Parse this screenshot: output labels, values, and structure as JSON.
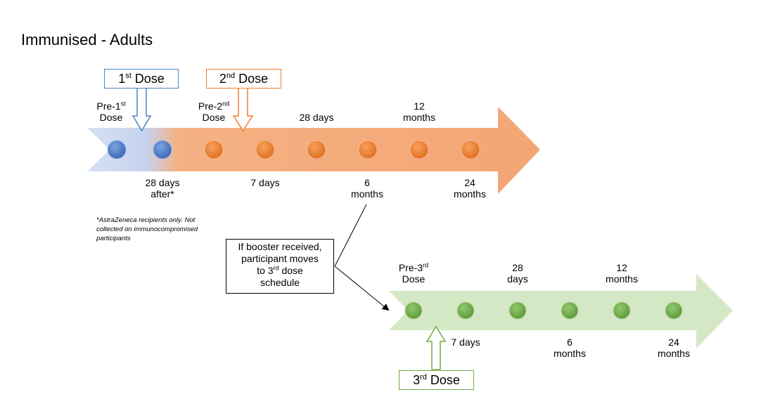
{
  "title": "Immunised - Adults",
  "colors": {
    "blue_dot": "#4472c4",
    "orange_dot": "#ed7d31",
    "green_dot": "#70ad47",
    "orange_arrow": "#f4b183",
    "green_arrow": "#d5e8c5",
    "blue_box_border": "#4a86c2",
    "orange_box_border": "#ed7d31",
    "green_box_border": "#70ad47"
  },
  "schedule_1": {
    "dose1_box": {
      "main": "1",
      "sup": "st",
      "rest": " Dose"
    },
    "dose2_box": {
      "main": "2",
      "sup": "nd",
      "rest": " Dose"
    },
    "top_labels": {
      "pre1": {
        "line1": "Pre-1",
        "sup": "st",
        "line2": "Dose"
      },
      "pre2": {
        "line1": "Pre-2",
        "sup": "nd",
        "line2": "Dose"
      },
      "d28": "28 days",
      "m12_line1": "12",
      "m12_line2": "months"
    },
    "bottom_labels": {
      "after_line1": "28 days",
      "after_line2": "after*",
      "d7": "7 days",
      "m6_line1": "6",
      "m6_line2": "months",
      "m24_line1": "24",
      "m24_line2": "months"
    },
    "footnote": "*AstraZeneca recipients only. Not collected on immunocompromised participants"
  },
  "note": {
    "line1": "If booster received,",
    "line2": "participant moves",
    "line3_pre": "to 3",
    "line3_sup": "rd",
    "line3_post": " dose",
    "line4": "schedule"
  },
  "schedule_2": {
    "dose3_box": {
      "main": "3",
      "sup": "rd",
      "rest": " Dose"
    },
    "top_labels": {
      "pre3": {
        "line1": "Pre-3",
        "sup": "rd",
        "line2": "Dose"
      },
      "d28_line1": "28",
      "d28_line2": "days",
      "m12_line1": "12",
      "m12_line2": "months"
    },
    "bottom_labels": {
      "d7": "7 days",
      "m6_line1": "6",
      "m6_line2": "months",
      "m24_line1": "24",
      "m24_line2": "months"
    }
  }
}
